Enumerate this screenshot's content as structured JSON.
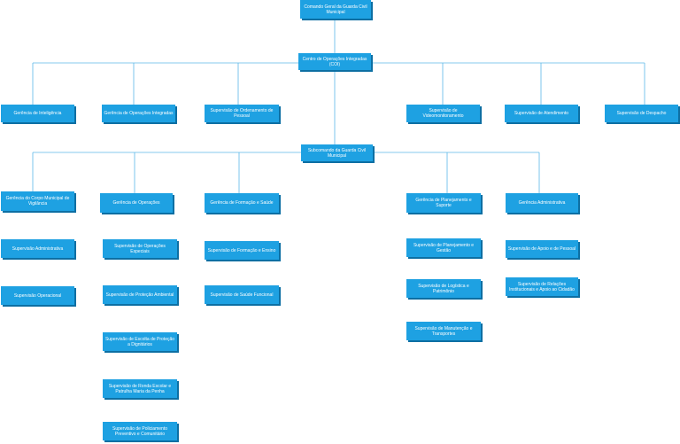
{
  "org_chart": {
    "top": "Comando Geral da Guarda Civil Municipal",
    "coi": "Centro de Operações Integradas (COI)",
    "coi_children": [
      "Gerência de Inteligência",
      "Gerência de Operações Integradas",
      "Supervisão de Ordenamento de Pessoal",
      "Supervisão de Videomonitoramento",
      "Supervisão de Atendimento",
      "Supervisão de Despacho"
    ],
    "subcomando": "Subcomando da Guarda Civil Municipal",
    "col1": [
      "Gerência do Corpo Municipal de Vigilância",
      "Supervisão Administrativa",
      "Supervisão Operacional"
    ],
    "col2": [
      "Gerência de Operações",
      "Supervisão de Operações Especiais",
      "Supervisão de Proteção Ambiental",
      "Supervisão de Escolta de Proteção a Dignitários",
      "Supervisão de Ronda Escolar e Patrulha Maria da Penha",
      "Supervisão de Policiamento Preventivo e Comunitário"
    ],
    "col3": [
      "Gerência de Formação e Saúde",
      "Supervisão de Formação e Ensino",
      "Supervisão de Saúde Funcional"
    ],
    "col4": [
      "Gerência de Planejamento e Suporte",
      "Supervisão de Planejamento e Gestão",
      "Supervisão de Logística e Patrimônio",
      "Supervisão de Manutenção e Transportes"
    ],
    "col5": [
      "Gerência Administrativa",
      "Supervisão de Apoio e de Pessoal",
      "Supervisão de Relações Institucionais e Apoio ao Cidadão"
    ]
  },
  "colors": {
    "box": "#1ea1e2",
    "shadow": "#0d6fa3",
    "line": "#5bb8e8"
  }
}
